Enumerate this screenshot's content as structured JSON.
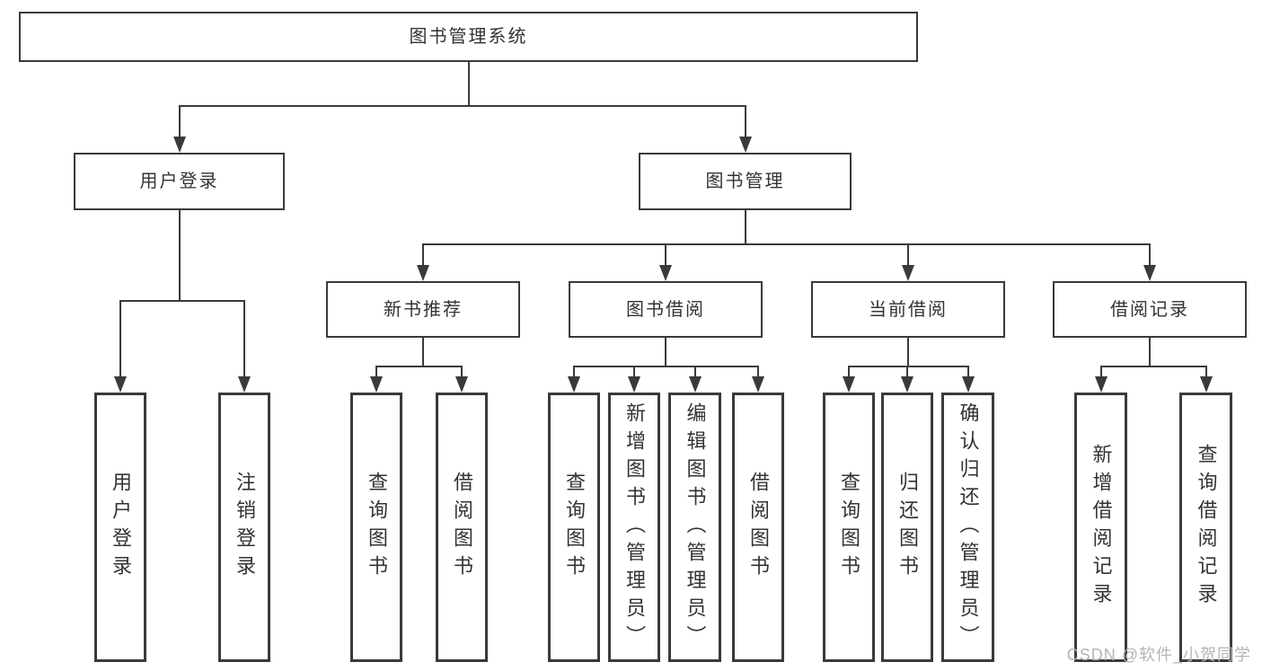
{
  "diagram": {
    "watermark": "CSDN @软件_小贺同学",
    "colors": {
      "line": "#3a3a3a",
      "text": "#333333",
      "background": "#ffffff",
      "watermark": "#b5b5b5"
    },
    "nodes": [
      {
        "id": "root",
        "label": "图书管理系统",
        "level": 1
      },
      {
        "id": "user-login",
        "label": "用户登录",
        "parent": "root",
        "level": 2
      },
      {
        "id": "book-management",
        "label": "图书管理",
        "parent": "root",
        "level": 2
      },
      {
        "id": "new-book-recommend",
        "label": "新书推荐",
        "parent": "book-management",
        "level": 3
      },
      {
        "id": "book-borrow",
        "label": "图书借阅",
        "parent": "book-management",
        "level": 3
      },
      {
        "id": "current-borrow",
        "label": "当前借阅",
        "parent": "book-management",
        "level": 3
      },
      {
        "id": "borrow-records",
        "label": "借阅记录",
        "parent": "book-management",
        "level": 3
      },
      {
        "id": "leaf-user-login",
        "label": "用户登录",
        "parent": "user-login",
        "vertical": true
      },
      {
        "id": "leaf-logout",
        "label": "注销登录",
        "parent": "user-login",
        "vertical": true
      },
      {
        "id": "leaf-rec-query",
        "label": "查询图书",
        "parent": "new-book-recommend",
        "vertical": true
      },
      {
        "id": "leaf-rec-borrow",
        "label": "借阅图书",
        "parent": "new-book-recommend",
        "vertical": true
      },
      {
        "id": "leaf-bb-query",
        "label": "查询图书",
        "parent": "book-borrow",
        "vertical": true
      },
      {
        "id": "leaf-bb-add",
        "label": "新增图书（管理员）",
        "parent": "book-borrow",
        "vertical": true
      },
      {
        "id": "leaf-bb-edit",
        "label": "编辑图书（管理员）",
        "parent": "book-borrow",
        "vertical": true
      },
      {
        "id": "leaf-bb-borrow",
        "label": "借阅图书",
        "parent": "book-borrow",
        "vertical": true
      },
      {
        "id": "leaf-cb-query",
        "label": "查询图书",
        "parent": "current-borrow",
        "vertical": true
      },
      {
        "id": "leaf-cb-return",
        "label": "归还图书",
        "parent": "current-borrow",
        "vertical": true
      },
      {
        "id": "leaf-cb-confirm",
        "label": "确认归还（管理员）",
        "parent": "current-borrow",
        "vertical": true
      },
      {
        "id": "leaf-br-add",
        "label": "新增借阅记录",
        "parent": "borrow-records",
        "vertical": true
      },
      {
        "id": "leaf-br-query",
        "label": "查询借阅记录",
        "parent": "borrow-records",
        "vertical": true
      }
    ]
  }
}
